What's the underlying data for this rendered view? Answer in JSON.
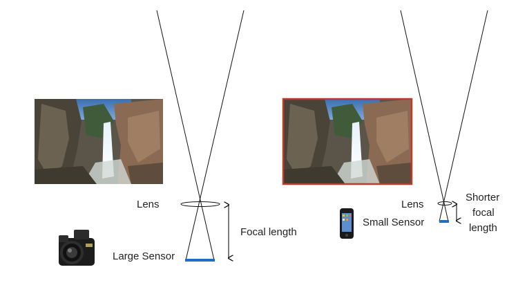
{
  "left_panel": {
    "lens_label": "Lens",
    "sensor_label": "Large Sensor",
    "focal_label": "Focal length",
    "device": "dslr-camera",
    "photo_subject": "waterfall"
  },
  "right_panel": {
    "lens_label": "Lens",
    "sensor_label": "Small Sensor",
    "focal_label_lines": [
      "Shorter",
      "focal",
      "length"
    ],
    "device": "smartphone",
    "photo_subject": "waterfall",
    "photo_border_color": "#c0392b"
  },
  "colors": {
    "sensor": "#1f6fc5",
    "lines": "#111111"
  }
}
